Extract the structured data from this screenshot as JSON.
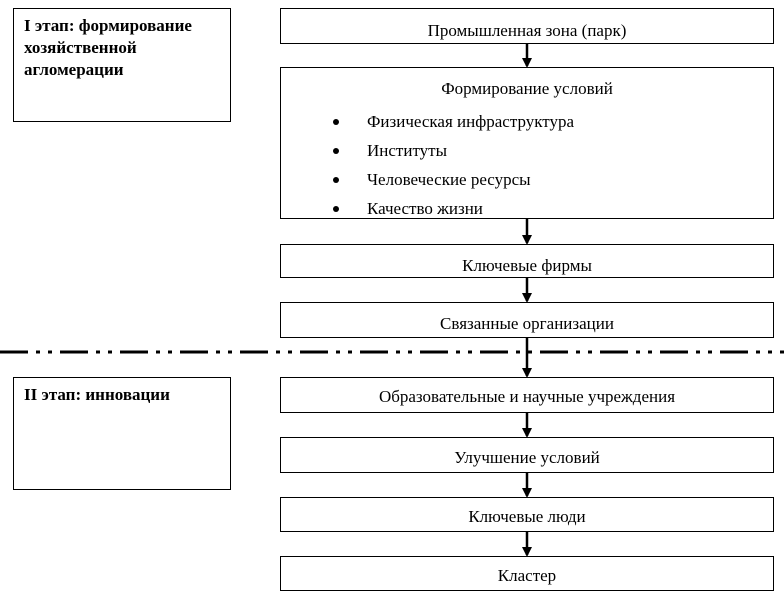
{
  "stages": {
    "stage1": "I этап: формирование хозяйственной агломерации",
    "stage2": "II этап: инновации"
  },
  "flow": {
    "industrial_zone": "Промышленная зона (парк)",
    "conditions_title": "Формирование условий",
    "conditions_items": [
      "Физическая инфраструктура",
      "Институты",
      "Человеческие ресурсы",
      "Качество жизни"
    ],
    "key_firms": "Ключевые фирмы",
    "related_orgs": "Связанные организации",
    "education_science": "Образовательные и научные учреждения",
    "improve_conditions": "Улучшение условий",
    "key_people": "Ключевые люди",
    "cluster": "Кластер"
  }
}
